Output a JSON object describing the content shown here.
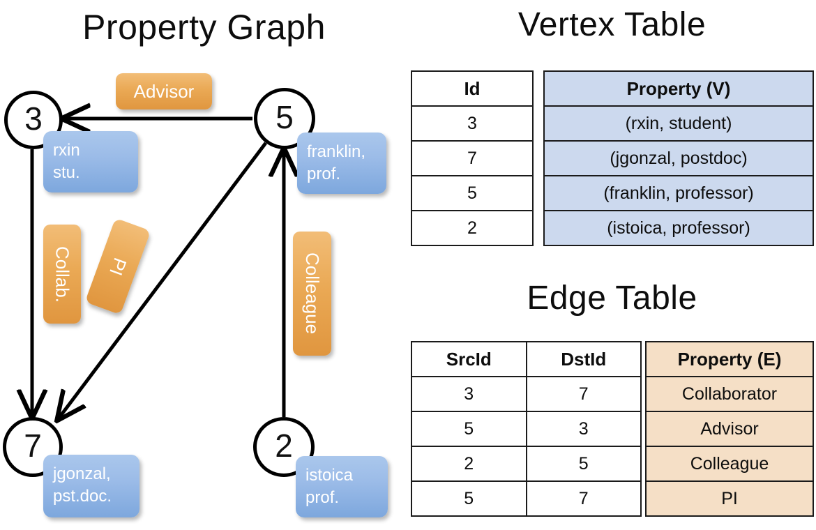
{
  "titles": {
    "property_graph": "Property Graph",
    "vertex_table": "Vertex Table",
    "edge_table": "Edge Table"
  },
  "graph": {
    "nodes": [
      {
        "id": "3",
        "property_label": "rxin\nstu."
      },
      {
        "id": "5",
        "property_label": "franklin,\nprof."
      },
      {
        "id": "7",
        "property_label": "jgonzal,\npst.doc."
      },
      {
        "id": "2",
        "property_label": "istoica\nprof."
      }
    ],
    "node_labels": {
      "n3": "3",
      "n5": "5",
      "n7": "7",
      "n2": "2"
    },
    "property_callouts": {
      "rxin_line1": "rxin",
      "rxin_line2": "stu.",
      "franklin_line1": "franklin,",
      "franklin_line2": "prof.",
      "jgonzal_line1": "jgonzal,",
      "jgonzal_line2": "pst.doc.",
      "istoica_line1": "istoica",
      "istoica_line2": "prof."
    },
    "edge_labels": {
      "advisor": "Advisor",
      "collab": "Collab.",
      "pi": "PI",
      "colleague": "Colleague"
    },
    "edges": [
      {
        "from": "5",
        "to": "3",
        "label": "Advisor"
      },
      {
        "from": "3",
        "to": "7",
        "label": "Collab."
      },
      {
        "from": "5",
        "to": "7",
        "label": "PI"
      },
      {
        "from": "2",
        "to": "5",
        "label": "Colleague"
      }
    ]
  },
  "vertex_table": {
    "headers": [
      "Id",
      "Property (V)"
    ],
    "rows": [
      {
        "id": "3",
        "property": "(rxin, student)"
      },
      {
        "id": "7",
        "property": "(jgonzal, postdoc)"
      },
      {
        "id": "5",
        "property": "(franklin, professor)"
      },
      {
        "id": "2",
        "property": "(istoica, professor)"
      }
    ]
  },
  "edge_table": {
    "headers": [
      "SrcId",
      "DstId",
      "Property (E)"
    ],
    "rows": [
      {
        "src": "3",
        "dst": "7",
        "property": "Collaborator"
      },
      {
        "src": "5",
        "dst": "3",
        "property": "Advisor"
      },
      {
        "src": "2",
        "dst": "5",
        "property": "Colleague"
      },
      {
        "src": "5",
        "dst": "7",
        "property": "PI"
      }
    ]
  },
  "colors": {
    "vertex_property_fill": "#ccd9ee",
    "edge_property_fill": "#f5dfc6",
    "node_callout_blue": "#9cbce8",
    "edge_callout_orange": "#eaa955",
    "stroke": "#000000",
    "background": "#ffffff"
  }
}
